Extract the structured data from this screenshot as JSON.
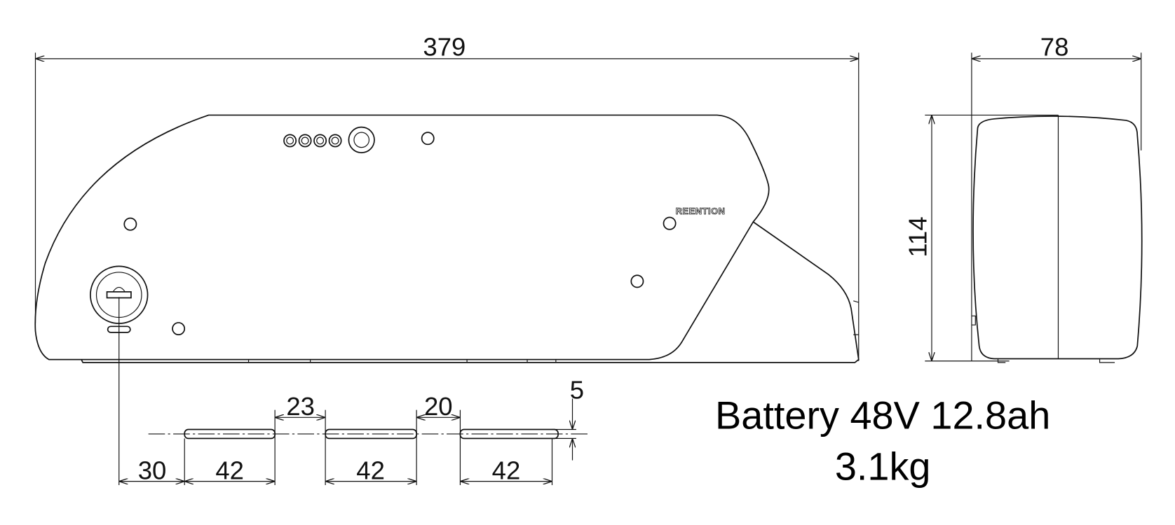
{
  "dimensions": {
    "length": "379",
    "width": "78",
    "height": "114",
    "slot_offset": "30",
    "slot_length_1": "42",
    "slot_length_2": "42",
    "slot_length_3": "42",
    "slot_gap_1": "23",
    "slot_gap_2": "20",
    "slot_width": "5"
  },
  "brand": "REENTION",
  "caption": {
    "line1": "Battery 48V 12.8ah",
    "line2": "3.1kg"
  }
}
